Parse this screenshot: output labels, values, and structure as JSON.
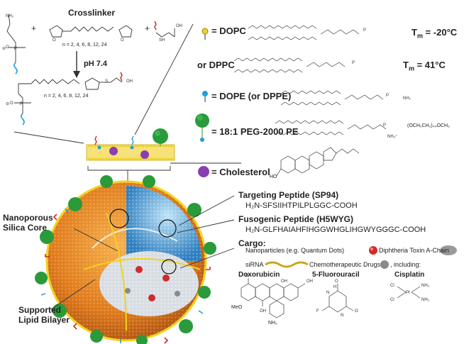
{
  "crosslinker": {
    "title": "Crosslinker",
    "n_values_top": "n = 2, 4, 6, 8, 12, 24",
    "ph": "pH 7.4",
    "n_values_bottom": "n = 2, 4, 6, 8, 12, 24"
  },
  "lipids": {
    "dopc": "= DOPC",
    "dopc_tm": "T",
    "dopc_tm_sub": "m",
    "dopc_tm_val": " = -20°C",
    "dppc": "or DPPC",
    "dppc_tm": "T",
    "dppc_tm_sub": "m",
    "dppc_tm_val": " = 41°C",
    "dope": "= DOPE (or DPPE)",
    "peg": "= 18:1 PEG-2000 PE",
    "chol": "= Cholesterol",
    "peg_formula": "(OCH₂CH₂)₄₄OCH₃",
    "chol_ho": "HO"
  },
  "particle": {
    "core_line1": "Nanoporous",
    "core_line2": "Silica Core",
    "bilayer_line1": "Supported",
    "bilayer_line2": "Lipid Bilayer"
  },
  "peptides": {
    "targeting_title": "Targeting Peptide (SP94)",
    "targeting_seq": "H₂N-SFSIIHTPILPLGGC-COOH",
    "fusogenic_title": "Fusogenic Peptide (H5WYG)",
    "fusogenic_seq": "H₂N-GLFHAIAHFIHGGWHGLIHGWYGGGC-COOH"
  },
  "cargo": {
    "title": "Cargo:",
    "nanoparticles": "Nanoparticles (e.g. Quantum Dots)",
    "toxin": "Diphtheria Toxin A-Chain",
    "sirna": "siRNA",
    "chemo": "Chemotherapeutic Drugs",
    "including": ", including:",
    "doxorubicin": "Doxorubicin",
    "fluorouracil": "5-Fluorouracil",
    "cisplatin": "Cisplatin",
    "meo": "MeO",
    "nh2": "NH₂"
  },
  "colors": {
    "yellow_lipid": "#f2d21b",
    "blue_lipid": "#1fa0d8",
    "green_peg": "#2a9a3a",
    "purple_chol": "#8a3fb0",
    "orange_shell": "#e07a1a",
    "red_peptide": "#d22a2a"
  }
}
